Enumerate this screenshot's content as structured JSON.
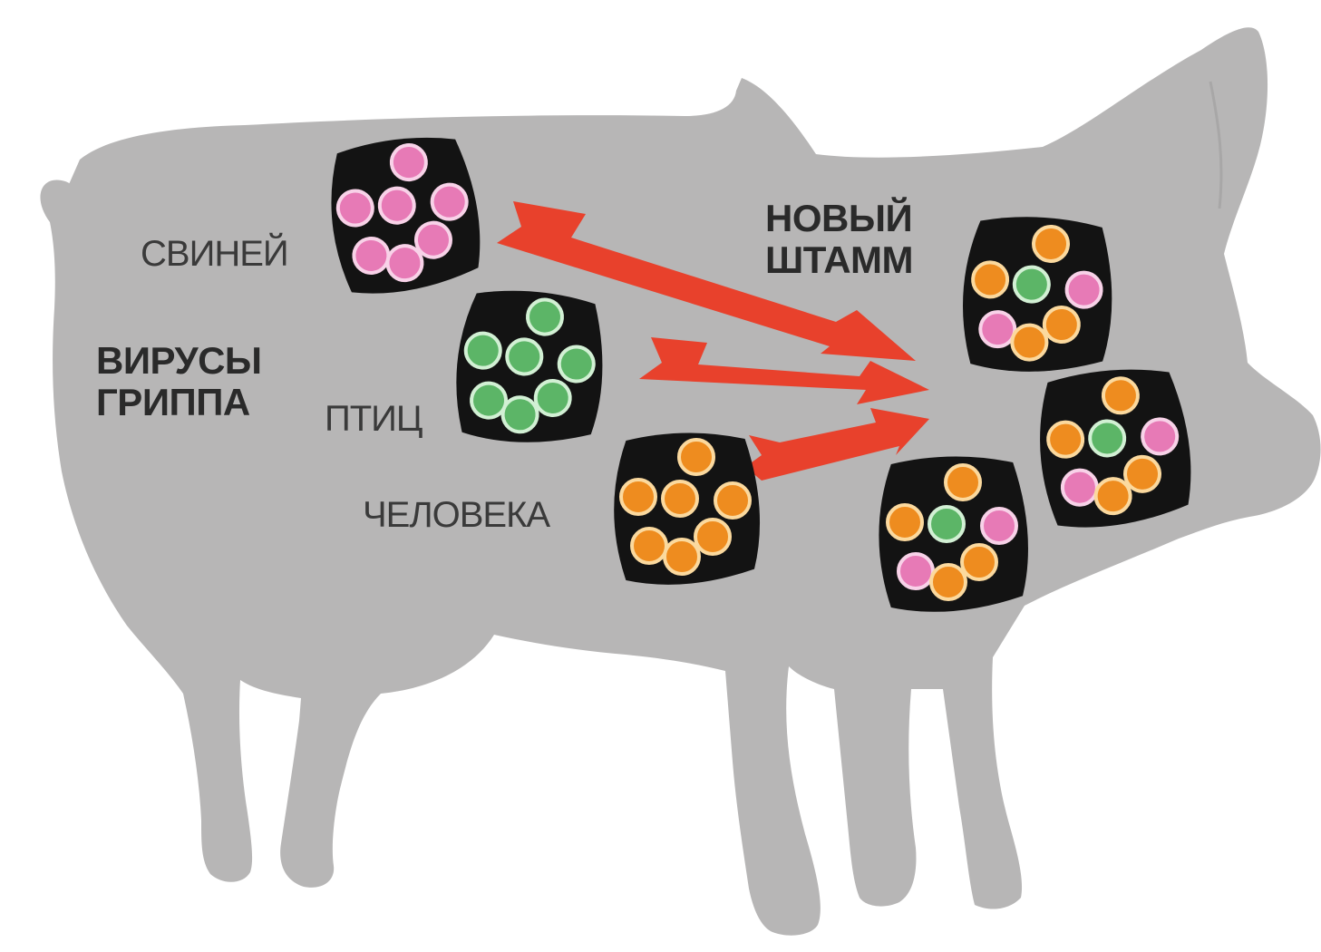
{
  "colors": {
    "body": "#b7b6b6",
    "capsid": "#131313",
    "arrow": "#e8412c",
    "swine": "#e77ab6",
    "bird": "#5cb567",
    "human": "#ee8c1f",
    "swine_rim": "#f8d2e8",
    "bird_rim": "#d2f0d4",
    "human_rim": "#fbd99e"
  },
  "labels": {
    "flu_viruses": [
      "ВИРУСЫ",
      "ГРИППА"
    ],
    "swine": "СВИНЕЙ",
    "birds": "ПТИЦ",
    "human": "ЧЕЛОВЕКА",
    "new_strain": [
      "НОВЫЙ",
      "ШТАММ"
    ]
  },
  "source_viruses": [
    {
      "name": "swine-virus",
      "segments": [
        "swine",
        "swine",
        "swine",
        "swine",
        "swine",
        "swine",
        "swine"
      ]
    },
    {
      "name": "bird-virus",
      "segments": [
        "bird",
        "bird",
        "bird",
        "bird",
        "bird",
        "bird",
        "bird"
      ]
    },
    {
      "name": "human-virus",
      "segments": [
        "human",
        "human",
        "human",
        "human",
        "human",
        "human",
        "human"
      ]
    }
  ],
  "new_strain_viruses": [
    {
      "name": "new-strain-virus-1",
      "segments": [
        "human",
        "bird",
        "swine",
        "human",
        "swine",
        "human",
        "human"
      ]
    },
    {
      "name": "new-strain-virus-2",
      "segments": [
        "human",
        "bird",
        "swine",
        "human",
        "swine",
        "human",
        "human"
      ]
    },
    {
      "name": "new-strain-virus-3",
      "segments": [
        "human",
        "bird",
        "swine",
        "human",
        "swine",
        "human",
        "human"
      ]
    }
  ]
}
